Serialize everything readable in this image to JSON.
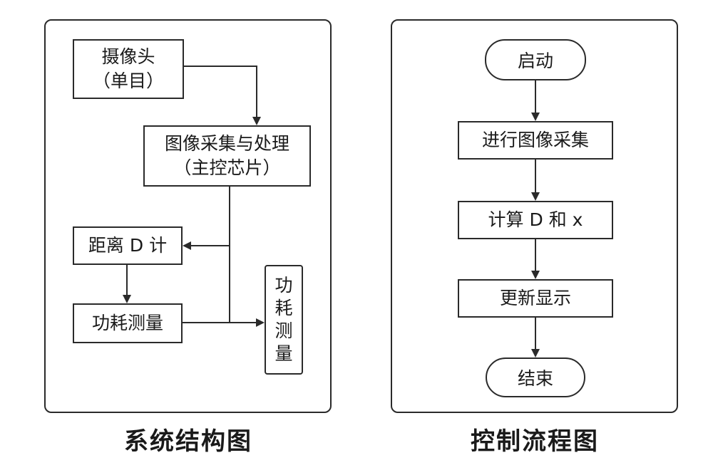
{
  "system_diagram": {
    "caption": "系统结构图",
    "camera": {
      "line1": "摄像头",
      "line2": "（单目）"
    },
    "processor": {
      "line1": "图像采集与处理",
      "line2": "（主控芯片）"
    },
    "distance": {
      "label": "距离 D 计"
    },
    "power": {
      "label": "功耗测量"
    },
    "side_power": {
      "chars": [
        "功",
        "耗",
        "测",
        "量"
      ]
    }
  },
  "control_flow": {
    "caption": "控制流程图",
    "start": "启动",
    "capture": "进行图像采集",
    "compute": "计算 D 和 x",
    "update": "更新显示",
    "end": "结束"
  }
}
